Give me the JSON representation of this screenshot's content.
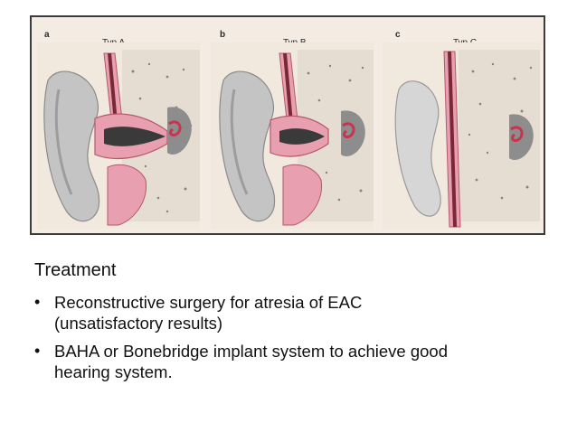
{
  "figure": {
    "panels": [
      {
        "letter": "a",
        "title": "Typ A"
      },
      {
        "letter": "b",
        "title": "Typ B"
      },
      {
        "letter": "c",
        "title": "Typ C"
      }
    ]
  },
  "content": {
    "heading": "Treatment",
    "bullets": [
      {
        "symbol": "•",
        "lines": [
          "Reconstructive surgery for atresia of EAC",
          "(unsatisfactory results)"
        ]
      },
      {
        "symbol": "•",
        "lines": [
          "BAHA or Bonebridge implant system to achieve good",
          "hearing system."
        ]
      }
    ]
  },
  "colors": {
    "frame_border": "#3b3b3b",
    "tissue_pink": "#e8a0b0",
    "ear_gray": "#b9b9b9",
    "bone_bg": "#ece4da",
    "canal_dark": "#3a3a3a"
  }
}
